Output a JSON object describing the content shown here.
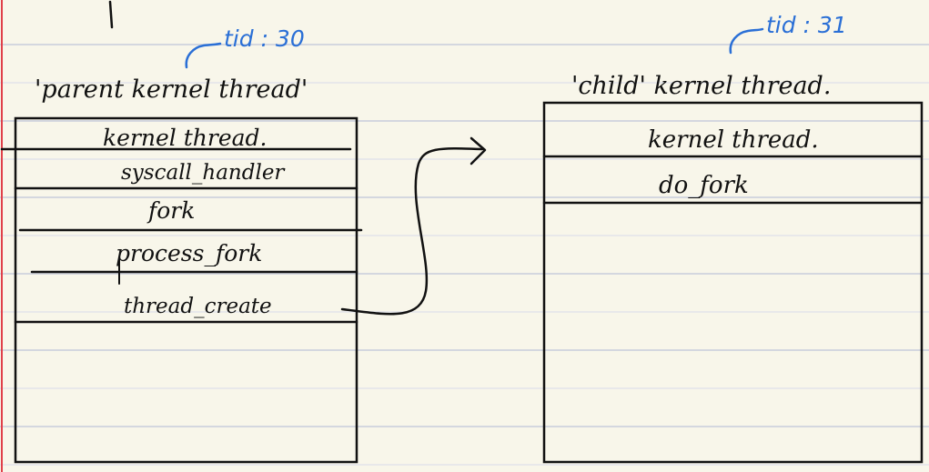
{
  "colors": {
    "paper": "#f8f6ea",
    "rule_line": "#d4d7df",
    "margin_line": "#e0404a",
    "ink": "#111111",
    "annotation_ink": "#2a6fd6"
  },
  "parent": {
    "title": "'parent kernel thread'",
    "tid_label": "tid : 30",
    "frames": [
      "kernel thread.",
      "syscall_handler",
      "fork",
      "process_fork",
      "thread_create"
    ]
  },
  "child": {
    "title": "'child' kernel thread.",
    "tid_label": "tid : 31",
    "frames": [
      "kernel thread.",
      "do_fork"
    ]
  }
}
